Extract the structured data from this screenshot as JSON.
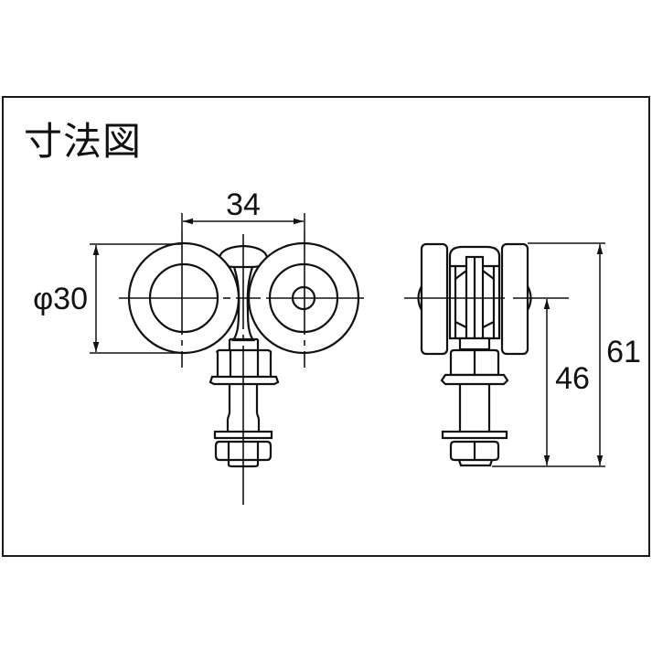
{
  "title": "寸法図",
  "front_view": {
    "dimensions": {
      "wheel_spacing": "34",
      "wheel_diameter": "φ30"
    }
  },
  "side_view": {
    "dimensions": {
      "axle_height": "46",
      "overall_height": "61"
    }
  },
  "colors": {
    "line": "#111111",
    "background": "#ffffff",
    "frame": "#1a1a1a"
  }
}
